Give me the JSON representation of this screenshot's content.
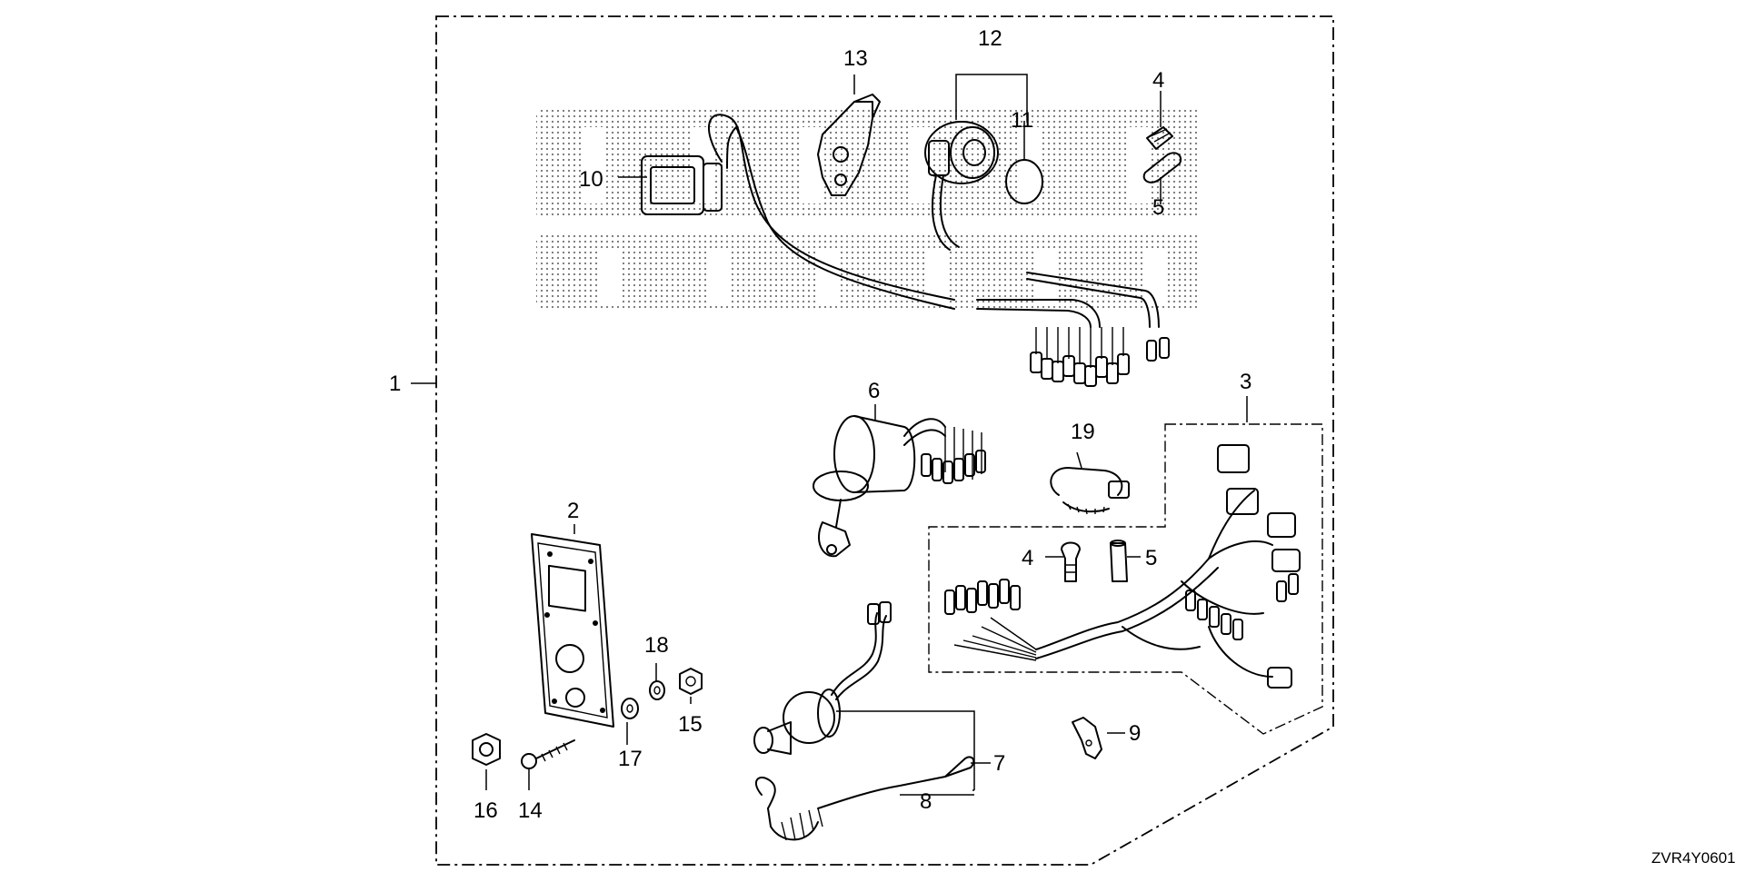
{
  "diagram_code": "ZVR4Y0601",
  "callouts": {
    "c1": "1",
    "c2": "2",
    "c3": "3",
    "c4a": "4",
    "c4b": "4",
    "c5a": "5",
    "c5b": "5",
    "c6": "6",
    "c7": "7",
    "c8": "8",
    "c9": "9",
    "c10": "10",
    "c11": "11",
    "c12": "12",
    "c13": "13",
    "c14": "14",
    "c15": "15",
    "c16": "16",
    "c17": "17",
    "c18": "18",
    "c19": "19"
  }
}
